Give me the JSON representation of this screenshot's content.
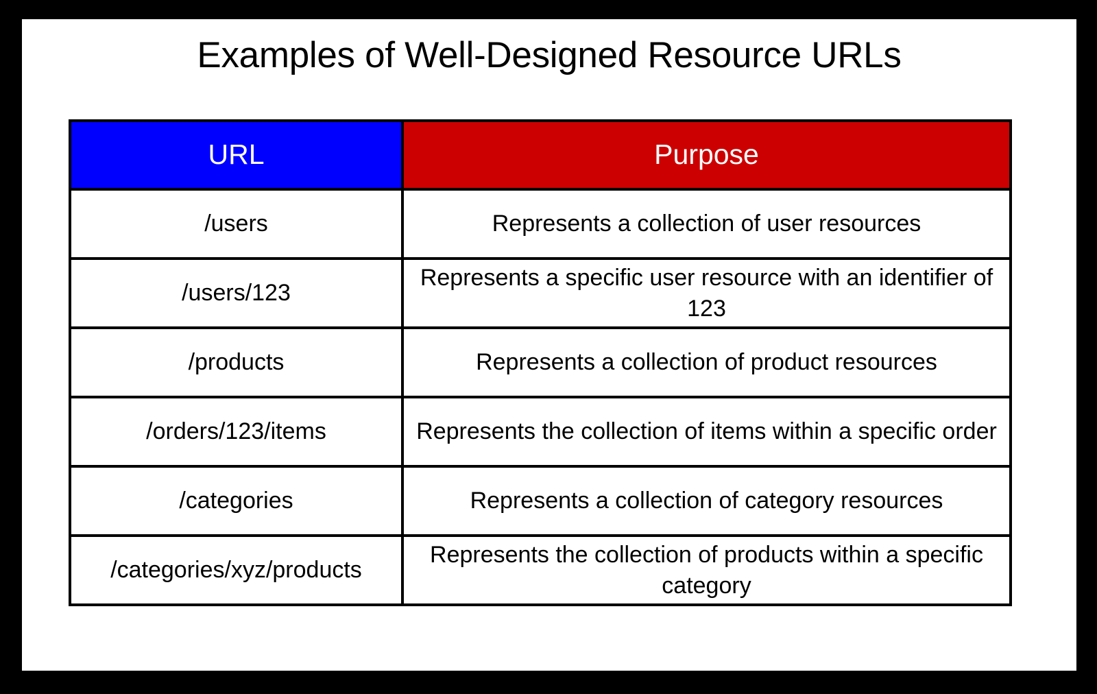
{
  "slide": {
    "title": "Examples of Well-Designed Resource URLs",
    "background_color": "#FFFFFF",
    "frame_color": "#000000"
  },
  "table": {
    "headers": [
      {
        "label": "URL",
        "background_color": "#0000FF",
        "text_color": "#FFFFFF"
      },
      {
        "label": "Purpose",
        "background_color": "#CC0000",
        "text_color": "#FFFFFF"
      }
    ],
    "rows": [
      {
        "url": "/users",
        "purpose": "Represents a collection of user resources"
      },
      {
        "url": "/users/123",
        "purpose": "Represents a specific user resource with an identifier of 123"
      },
      {
        "url": "/products",
        "purpose": "Represents a collection of product resources"
      },
      {
        "url": "/orders/123/items",
        "purpose": "Represents the collection of items within a specific order"
      },
      {
        "url": "/categories",
        "purpose": "Represents a collection of category resources"
      },
      {
        "url": "/categories/xyz/products",
        "purpose": "Represents the collection of products within a specific category"
      }
    ]
  }
}
